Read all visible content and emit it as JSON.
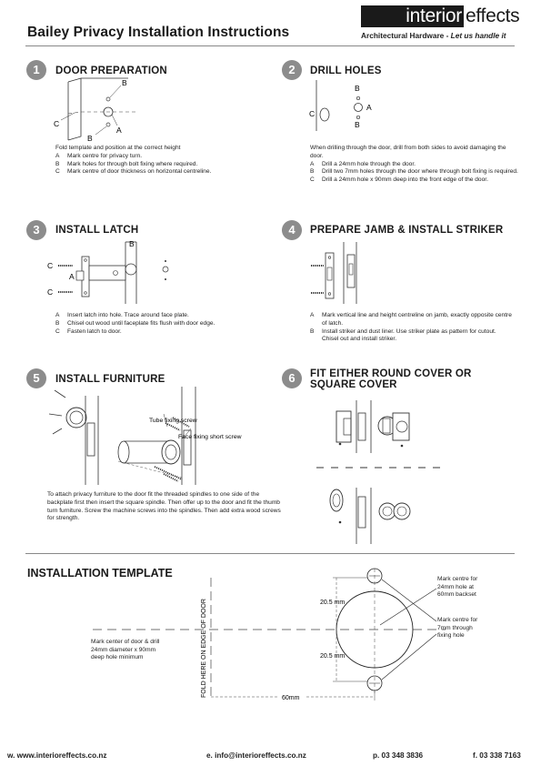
{
  "header": {
    "title": "Bailey Privacy Installation Instructions",
    "logo_highlight": "interior",
    "logo_rest": "effects",
    "tagline_main": "Architectural Hardware - ",
    "tagline_italic": "Let us handle it"
  },
  "steps": [
    {
      "num": "1",
      "title": "DOOR PREPARATION",
      "labels": [
        "B",
        "A",
        "B",
        "C"
      ],
      "intro": "Fold template and position at the correct height",
      "items": [
        [
          "A",
          "Mark centre for privacy turn."
        ],
        [
          "B",
          "Mark holes for through bolt fixing where required."
        ],
        [
          "C",
          "Mark centre of door thickness on horizontal centreline."
        ]
      ]
    },
    {
      "num": "2",
      "title": "DRILL HOLES",
      "labels": [
        "C",
        "B",
        "A",
        "B"
      ],
      "intro": "When drilling through the door, drill from both sides to avoid damaging the door.",
      "items": [
        [
          "A",
          "Drill a 24mm hole through the door."
        ],
        [
          "B",
          "Drill two 7mm holes through the door where through bolt fixing is required."
        ],
        [
          "C",
          "Drill a 24mm hole x 90mm deep into the front edge of the door."
        ]
      ]
    },
    {
      "num": "3",
      "title": "INSTALL LATCH",
      "labels": [
        "B",
        "C",
        "A",
        "C"
      ],
      "items": [
        [
          "A",
          "Insert latch into hole. Trace around face plate."
        ],
        [
          "B",
          "Chisel out wood until faceplate fits flush with door edge."
        ],
        [
          "C",
          "Fasten latch to door."
        ]
      ]
    },
    {
      "num": "4",
      "title": "PREPARE JAMB & INSTALL STRIKER",
      "items": [
        [
          "A",
          "Mark vertical line and height centreline on jamb, exactly opposite centre of latch."
        ],
        [
          "B",
          "Install striker and dust liner. Use striker plate as pattern for cutout. Chisel out and install striker."
        ]
      ]
    },
    {
      "num": "5",
      "title": "INSTALL FURNITURE",
      "labels": [
        "Tube fixing screw",
        "Face fixing short screw"
      ],
      "paragraph": "To attach privacy furniture to the door fit the threaded spindles to one side of the backplate first then insert the square spindle. Then offer up to the door and fit the thumb turn furniture. Screw the machine screws into the spindles. Then add extra wood screws for strength."
    },
    {
      "num": "6",
      "title_line1": "FIT EITHER ROUND COVER OR",
      "title_line2": "SQUARE COVER"
    }
  ],
  "template": {
    "heading": "INSTALLATION TEMPLATE",
    "left_note": [
      "Mark center of door & drill",
      "24mm diameter x 90mm",
      "deep hole minimum"
    ],
    "fold_label": "FOLD HERE ON EDGE OF DOOR",
    "dim_top": "20.5 mm",
    "dim_bottom": "20.5 mm",
    "dim_width": "60mm",
    "note_top": [
      "Mark centre for",
      "24mm hole at",
      "60mm backset"
    ],
    "note_bottom": [
      "Mark centre for",
      "7mm through",
      "fixing hole"
    ]
  },
  "footer": {
    "web": "w. www.interioreffects.co.nz",
    "email": "e. info@interioreffects.co.nz",
    "phone": "p. 03 348 3836",
    "fax": "f. 03 338 7163"
  }
}
